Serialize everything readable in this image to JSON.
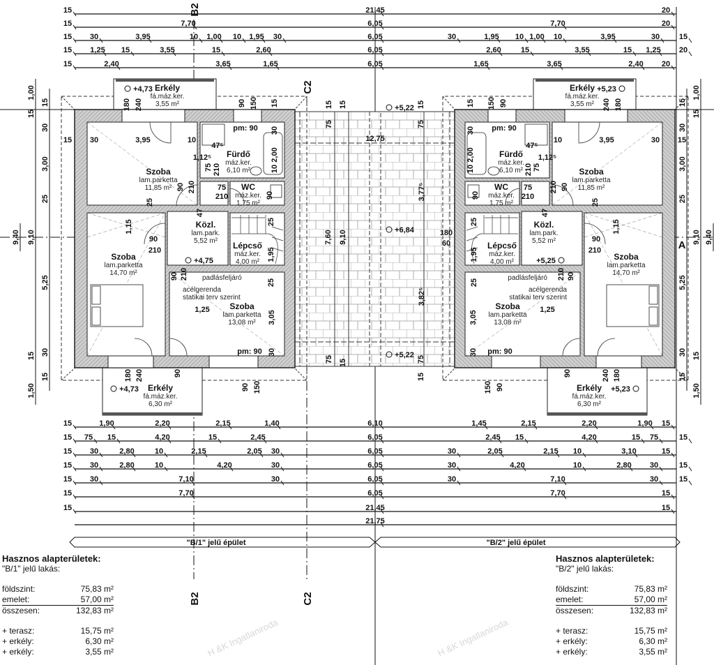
{
  "watermark": "H &K Ingatlaniroda",
  "section_marks": {
    "b2": "B2",
    "c2": "C2",
    "a": "A"
  },
  "top_dims": [
    [
      "15",
      "21,45",
      "20"
    ],
    [
      "15",
      "7,70",
      "6,05",
      "7,70",
      "20"
    ],
    [
      "15",
      "30",
      "3,95",
      "10",
      "1,00",
      "10",
      "1,95",
      "30",
      "6,05",
      "30",
      "1,95",
      "10",
      "1,00",
      "10",
      "3,95",
      "30",
      "15"
    ],
    [
      "15",
      "1,25",
      "15",
      "3,55",
      "15",
      "2,60",
      "6,05",
      "2,60",
      "15",
      "3,55",
      "15",
      "1,25",
      "20"
    ],
    [
      "15",
      "2,40",
      "3,65",
      "1,65",
      "6,05",
      "1,65",
      "3,65",
      "2,40",
      "20"
    ]
  ],
  "bottom_dims": [
    [
      "15",
      "1,90",
      "2,20",
      "2,15",
      "1,40",
      "6,10",
      "1,45",
      "2,15",
      "2,20",
      "1,90",
      "15"
    ],
    [
      "15",
      "75",
      "15",
      "4,20",
      "15",
      "2,45",
      "6,05",
      "2,45",
      "15",
      "4,20",
      "15",
      "75",
      "15"
    ],
    [
      "15",
      "30",
      "2,80",
      "10",
      "2,15",
      "2,05",
      "30",
      "6,05",
      "30",
      "2,05",
      "2,15",
      "10",
      "3,10",
      "15"
    ],
    [
      "15",
      "30",
      "2,80",
      "10",
      "4,20",
      "30",
      "6,05",
      "30",
      "4,20",
      "10",
      "2,80",
      "30",
      "15"
    ],
    [
      "15",
      "30",
      "7,10",
      "30",
      "6,05",
      "30",
      "7,10",
      "30",
      "15"
    ],
    [
      "15",
      "7,70",
      "6,05",
      "7,70",
      "15"
    ],
    [
      "15",
      "21,45",
      "15"
    ],
    [
      "21,75"
    ]
  ],
  "side_dims": {
    "inner": [
      "15",
      "30",
      "3,00",
      "25",
      "5,25",
      "30",
      "15"
    ],
    "middle": [
      "1,00",
      "15",
      "9,10",
      "15",
      "1,50"
    ],
    "outer": [
      "9,40"
    ]
  },
  "buildings": [
    "\"B/1\" jelű épület",
    "\"B/2\" jelű épület"
  ],
  "units": [
    {
      "rooms": [
        {
          "name": "Erkély",
          "finish": "fá.máz.ker.",
          "area": "3,55 m²"
        },
        {
          "name": "Szoba",
          "finish": "lam.parketta",
          "area": "11,85 m²"
        },
        {
          "name": "Fürdő",
          "finish": "máz.ker.",
          "area": "6,10 m²"
        },
        {
          "name": "WC",
          "finish": "máz.ker.",
          "area": "1,75 m²"
        },
        {
          "name": "Közl.",
          "finish": "lam.park.",
          "area": "5,52 m²"
        },
        {
          "name": "Lépcső",
          "finish": "máz.ker.",
          "area": "4,00 m²"
        },
        {
          "name": "Szoba",
          "finish": "lam.parketta",
          "area": "14,70 m²"
        },
        {
          "name": "Szoba",
          "finish": "lam.parketta",
          "area": "13,08 m²"
        },
        {
          "name": "Erkély",
          "finish": "fá.máz.ker.",
          "area": "6,30 m²"
        }
      ],
      "levels": [
        "+4,73",
        "+4,75",
        "+4,73"
      ],
      "notes": [
        "padlásfeljáró",
        "acélgerenda",
        "statikai terv szerint",
        "pm: 90",
        "pm: 90"
      ]
    },
    {
      "rooms": [
        {
          "name": "Erkély",
          "finish": "fá.máz.ker.",
          "area": "3,55 m²"
        },
        {
          "name": "Szoba",
          "finish": "lam.parketta",
          "area": "11,85 m²"
        },
        {
          "name": "Fürdő",
          "finish": "máz.ker.",
          "area": "6,10 m²"
        },
        {
          "name": "WC",
          "finish": "máz.ker.",
          "area": "1,75 m²"
        },
        {
          "name": "Közl.",
          "finish": "lam.park.",
          "area": "5,52 m²"
        },
        {
          "name": "Lépcső",
          "finish": "máz.ker.",
          "area": "4,00 m²"
        },
        {
          "name": "Szoba",
          "finish": "lam.parketta",
          "area": "14,70 m²"
        },
        {
          "name": "Szoba",
          "finish": "lam.parketta",
          "area": "13,08 m²"
        },
        {
          "name": "Erkély",
          "finish": "fá.máz.ker.",
          "area": "6,30 m²"
        }
      ],
      "levels": [
        "+5,23",
        "+5,25",
        "+5,23"
      ],
      "notes": [
        "padlásfeljáró",
        "acélgerenda",
        "statikai terv szerint",
        "pm: 90",
        "pm: 90"
      ]
    }
  ],
  "inner_dims": [
    "15",
    "30",
    "3,95",
    "10",
    "1,12⁵",
    "47⁵",
    "75",
    "210",
    "75",
    "210",
    "90",
    "210",
    "25",
    "1,15",
    "90",
    "210",
    "90",
    "210",
    "25",
    "1,25",
    "3,05",
    "30",
    "25",
    "1,95",
    "47",
    "180",
    "240",
    "90",
    "150",
    "15",
    "30",
    "2,00",
    "10",
    "90",
    "180",
    "240",
    "90",
    "150",
    "90"
  ],
  "center": {
    "levels": [
      "+5,22",
      "+6,84",
      "+5,22"
    ],
    "dims": [
      "12,75",
      "3,77⁵",
      "7,60",
      "9,10",
      "3,82⁵",
      "180",
      "60",
      "15",
      "15",
      "15",
      "75",
      "75",
      "75",
      "75",
      "15",
      "15"
    ]
  },
  "area_tables": [
    {
      "title": "Hasznos alapterületek:",
      "subtitle": "\"B/1\" jelű lakás:",
      "rows": [
        {
          "label": "földszint:",
          "value": "75,83 m²"
        },
        {
          "label": "emelet:",
          "value": "57,00 m²"
        },
        {
          "label": "összesen:",
          "value": "132,83 m²"
        },
        {
          "label": "+ terasz:",
          "value": "15,75 m²"
        },
        {
          "label": "+ erkély:",
          "value": "6,30 m²"
        },
        {
          "label": "+ erkély:",
          "value": "3,55 m²"
        }
      ]
    },
    {
      "title": "Hasznos alapterületek:",
      "subtitle": "\"B/2\" jelű lakás:",
      "rows": [
        {
          "label": "földszint:",
          "value": "75,83 m²"
        },
        {
          "label": "emelet:",
          "value": "57,00 m²"
        },
        {
          "label": "összesen:",
          "value": "132,83 m²"
        },
        {
          "label": "+ terasz:",
          "value": "15,75 m²"
        },
        {
          "label": "+ erkély:",
          "value": "6,30 m²"
        },
        {
          "label": "+ erkély:",
          "value": "3,55 m²"
        }
      ]
    }
  ]
}
